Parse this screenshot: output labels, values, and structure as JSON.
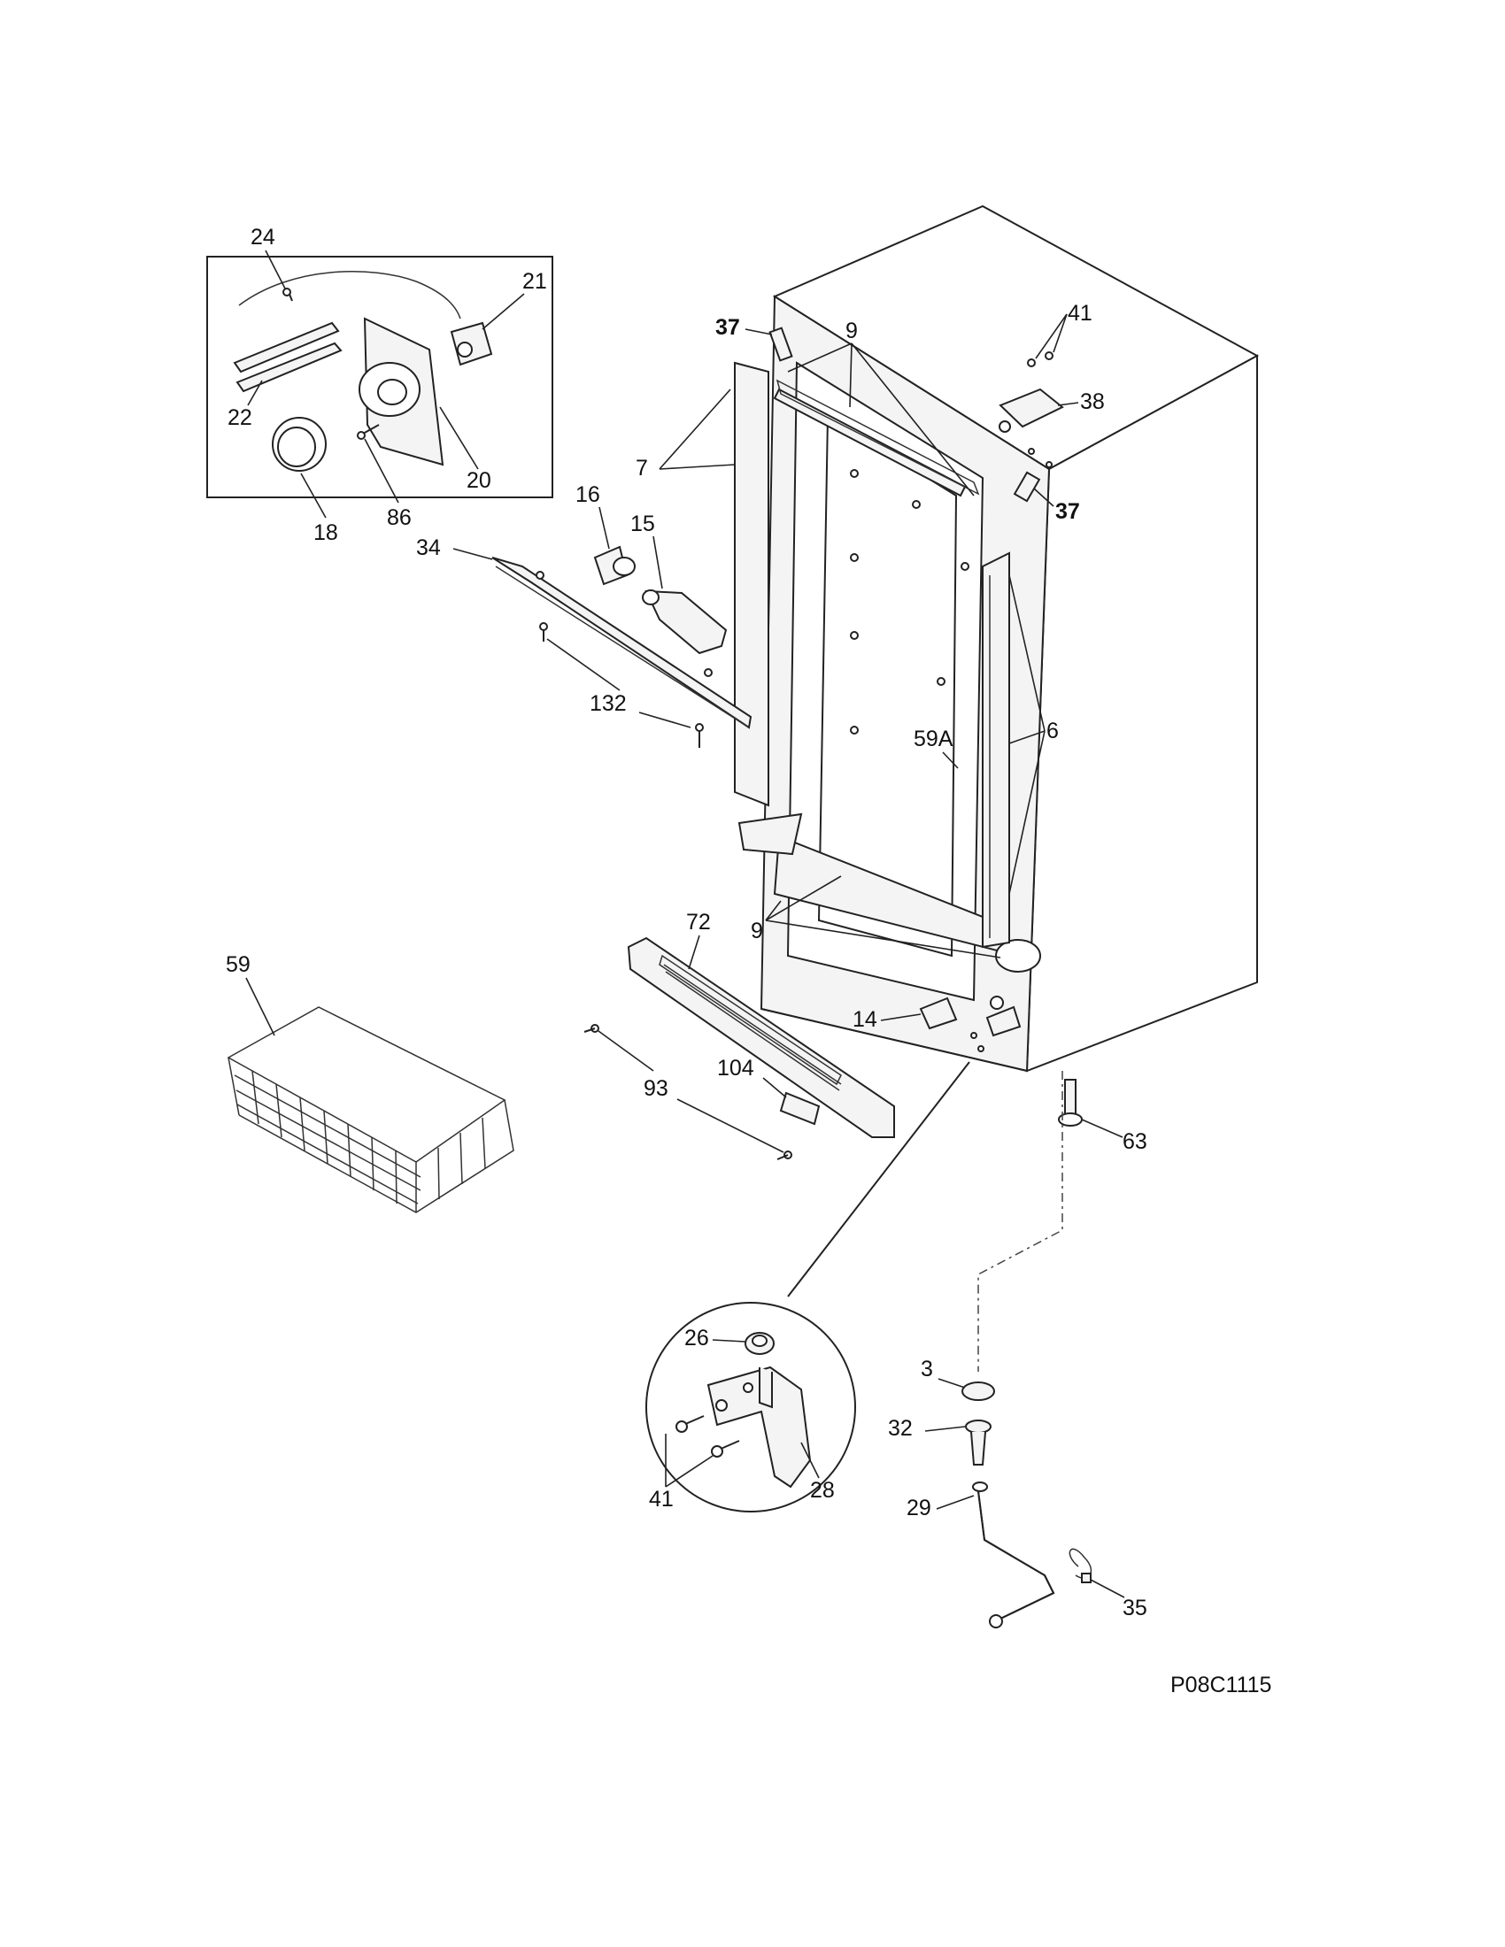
{
  "diagram": {
    "drawing_code": "P08C1115",
    "callouts": {
      "c24": "24",
      "c21": "21",
      "c22": "22",
      "c20": "20",
      "c18": "18",
      "c86": "86",
      "c37a": "37",
      "c37b": "37",
      "c9a": "9",
      "c9b": "9",
      "c41a": "41",
      "c41b": "41",
      "c38": "38",
      "c7": "7",
      "c16": "16",
      "c15": "15",
      "c34": "34",
      "c132": "132",
      "c59a": "59A",
      "c6": "6",
      "c72": "72",
      "c59": "59",
      "c14": "14",
      "c104": "104",
      "c93": "93",
      "c63": "63",
      "c26": "26",
      "c28": "28",
      "c3": "3",
      "c32": "32",
      "c29": "29",
      "c35": "35"
    }
  }
}
